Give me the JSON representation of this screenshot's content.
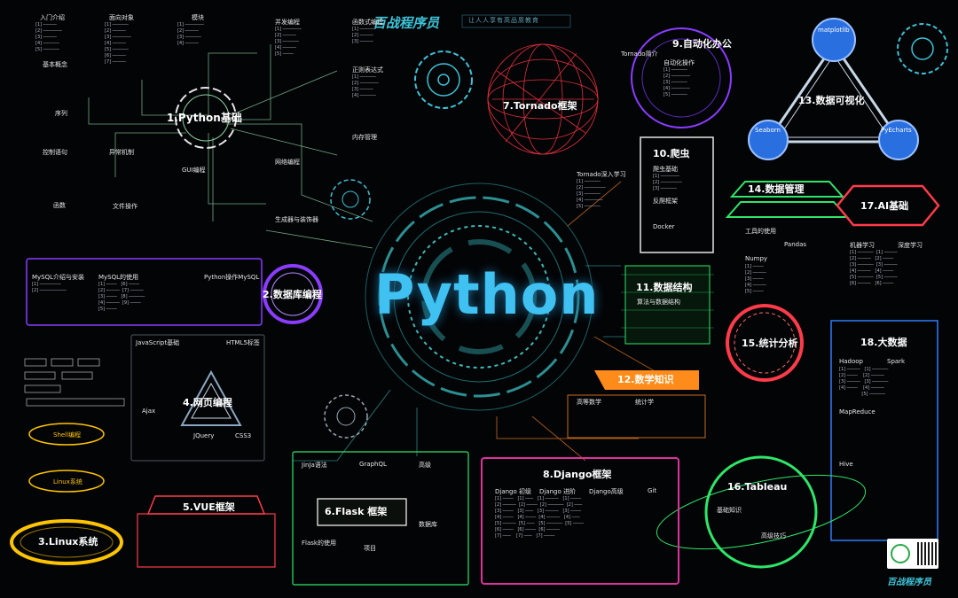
{
  "brand": {
    "name": "百战程序员",
    "slogan": "让人人享有高品质教育",
    "footer_name": "百战程序员"
  },
  "center": {
    "title": "Python"
  },
  "nodes": {
    "n1": "1.Python基础",
    "n2": "2.数据库编程",
    "n3": "3.Linux系统",
    "n4": "4.网页编程",
    "n5": "5.VUE框架",
    "n6": "6.Flask 框架",
    "n7": "7.Tornado框架",
    "n8": "8.Django框架",
    "n9": "9.自动化办公",
    "n10": "10.爬虫",
    "n11": "11.数据结构",
    "n12": "12.数学知识",
    "n13": "13.数据可视化",
    "n14": "14.数据管理",
    "n15": "15.统计分析",
    "n16": "16.Tableau",
    "n17": "17.AI基础",
    "n18": "18.大数据"
  },
  "labels": {
    "basics": [
      "入门介绍",
      "基本概念",
      "序列",
      "控制语句",
      "函数",
      "面向对象",
      "模块",
      "并发编程",
      "函数式编程",
      "正则表达式",
      "内存管理",
      "异常机制",
      "GUI编程",
      "文件操作",
      "网络编程",
      "生成器与装饰器"
    ],
    "db": [
      "MySQL介绍与安装",
      "MySQL的使用",
      "Python操作MySQL"
    ],
    "web": [
      "JavaScript基础",
      "HTML5标签",
      "Ajax",
      "JQuery",
      "CSS3"
    ],
    "linux": [
      "Shell编程",
      "Linux系统"
    ],
    "flask": [
      "JinJa语法",
      "GraphQL",
      "高级",
      "Flask的使用",
      "项目",
      "数据库"
    ],
    "django": [
      "Django 初级",
      "Django 进阶",
      "Django高级",
      "Git"
    ],
    "tornado": [
      "Tornado简介",
      "Tornado深入学习"
    ],
    "office": [
      "自动化操作"
    ],
    "spider": [
      "爬虫基础",
      "反爬框架",
      "Docker"
    ],
    "ds": [
      "算法与数据结构"
    ],
    "math": [
      "高等数学",
      "统计学"
    ],
    "viz": [
      "matplotlib",
      "Seaborn",
      "PyEcharts"
    ],
    "dm": [
      "工具的使用",
      "Numpy",
      "Pandas"
    ],
    "ai": [
      "机器学习",
      "深度学习"
    ],
    "bigdata": [
      "Hadoop",
      "Spark",
      "MapReduce",
      "Hive"
    ],
    "tableau": [
      "基础知识",
      "高级技巧"
    ]
  },
  "colors": {
    "accent": "#3fc1f2",
    "green": "#2ee6a0",
    "red": "#ff3b4a",
    "purple": "#8a3cff",
    "orange": "#ff8c1a",
    "yellow": "#ffc400",
    "blue": "#2f7dff"
  }
}
